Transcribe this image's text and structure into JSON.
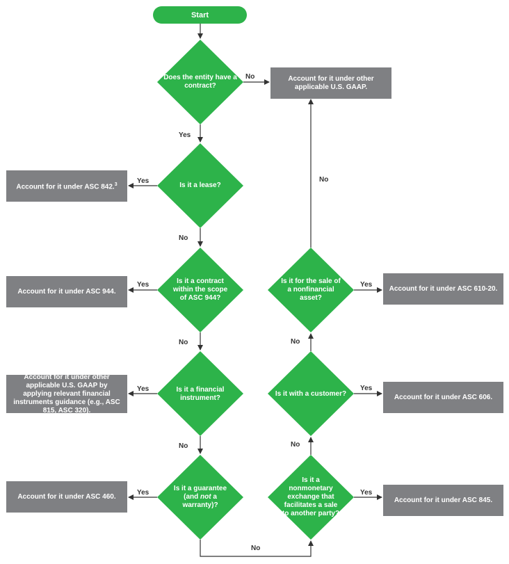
{
  "colors": {
    "decision": "#2db34a",
    "action": "#7f8083",
    "line": "#333333",
    "text": "#ffffff"
  },
  "start": {
    "label": "Start"
  },
  "decisions": {
    "contract": "Does the entity have a contract?",
    "lease": "Is it a lease?",
    "asc944": "Is it a contract within the scope of ASC 944?",
    "financial": "Is it a financial instrument?",
    "guarantee_pre": "Is it a guarantee (and",
    "guarantee_em": "not",
    "guarantee_post": "a warranty)?",
    "nonmonetary": "Is it a nonmonetary exchange that facilitates a sale to another party?",
    "customer": "Is it with a customer?",
    "nonfinancial": "Is it for the sale of a nonfinancial asset?"
  },
  "actions": {
    "other_gaap": "Account for it under other applicable U.S. GAAP.",
    "asc842": "Account for it under ASC 842.",
    "asc842_note": "3",
    "asc944": "Account for it under ASC 944.",
    "fin_guidance": "Account for it under other applicable U.S. GAAP by applying relevant financial instruments guidance (e.g., ASC 815, ASC 320).",
    "asc460": "Account for it under ASC 460.",
    "asc610": "Account for it under ASC 610-20.",
    "asc606": "Account for it under ASC 606.",
    "asc845": "Account for it under ASC 845."
  },
  "labels": {
    "yes": "Yes",
    "no": "No"
  }
}
